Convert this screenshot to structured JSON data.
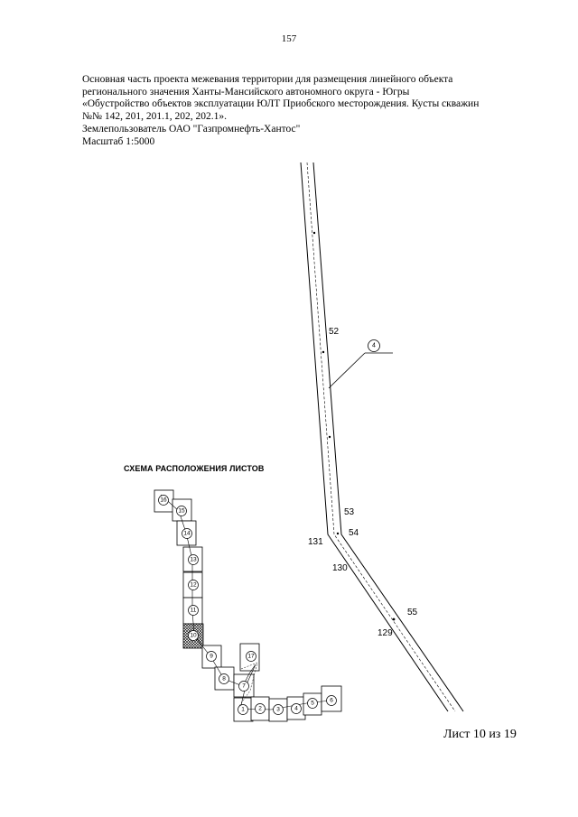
{
  "page": {
    "number": "157"
  },
  "header": {
    "lines": [
      "Основная часть проекта межевания территории для размещения линейного объекта",
      "регионального значения Ханты-Мансийского автономного округа - Югры",
      "«Обустройство объектов эксплуатации ЮЛТ Приобского месторождения. Кусты скважин",
      "№№ 142, 201, 201.1, 202, 202.1».",
      "Землепользователь ОАО \"Газпромнефть-Хантос\"",
      "Масштаб 1:5000"
    ]
  },
  "route_map": {
    "point_labels": [
      "52",
      "53",
      "54",
      "131",
      "130",
      "55",
      "129"
    ],
    "callout_label": "4"
  },
  "scheme": {
    "title": "СХЕМА РАСПОЛОЖЕНИЯ ЛИСТОВ",
    "sheets": [
      "16",
      "15",
      "14",
      "13",
      "12",
      "11",
      "10",
      "9",
      "8",
      "7",
      "17",
      "1",
      "2",
      "3",
      "4",
      "5",
      "6"
    ],
    "current_sheet": "10"
  },
  "footer": {
    "sheet_label": "Лист 10 из 19"
  }
}
